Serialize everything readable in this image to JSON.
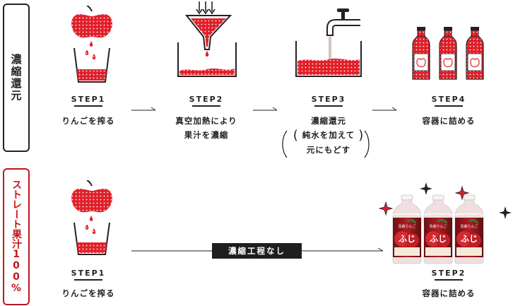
{
  "side_labels": {
    "concentrate": "濃縮還元",
    "straight": "ストレート果汁100%"
  },
  "concentrate_row": {
    "steps": [
      {
        "step": "STEP1",
        "desc_lines": [
          "りんごを搾る"
        ]
      },
      {
        "step": "STEP2",
        "desc_lines": [
          "真空加熱により",
          "果汁を濃縮"
        ]
      },
      {
        "step": "STEP3",
        "desc_lines": [
          "濃縮還元",
          "純水を加えて",
          "元にもどす"
        ]
      },
      {
        "step": "STEP4",
        "desc_lines": [
          "容器に詰める"
        ]
      }
    ]
  },
  "straight_row": {
    "steps": [
      {
        "step": "STEP1",
        "desc_lines": [
          "りんごを搾る"
        ]
      },
      {
        "step": "STEP2",
        "desc_lines": [
          "容器に詰める"
        ]
      }
    ],
    "badge": "濃縮工程なし"
  },
  "bottle_label": {
    "small_text": "青森りんご",
    "big_text": "ふじ"
  },
  "colors": {
    "red": "#e0202a",
    "dark": "#222222",
    "label_red": "#c4161c"
  }
}
